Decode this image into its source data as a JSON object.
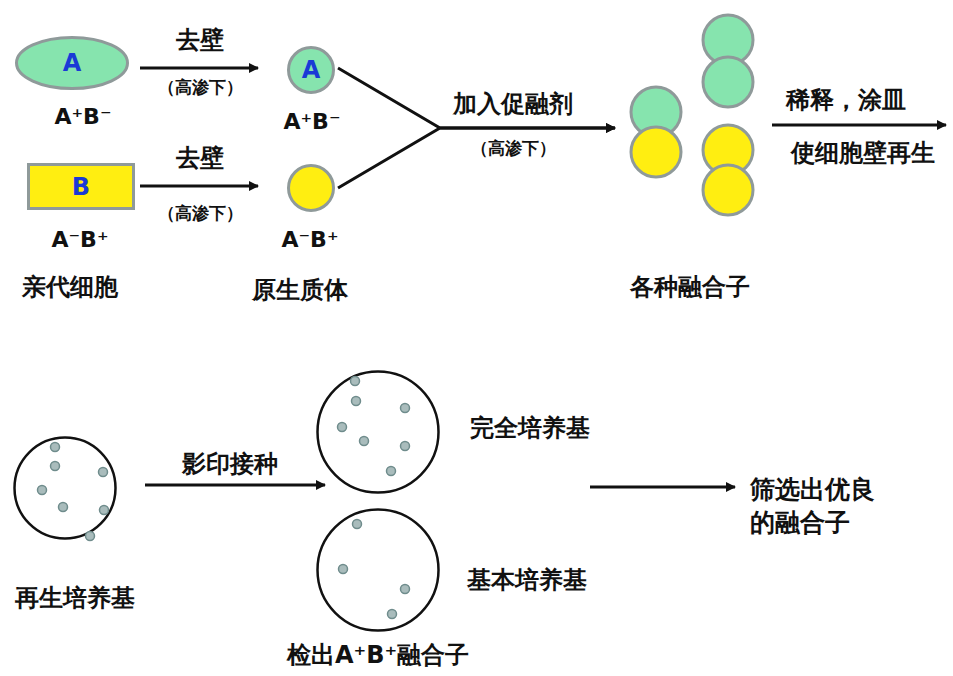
{
  "diagram": {
    "nodes": [
      {
        "text": [
          "A",
          "A⁺B⁻"
        ]
      },
      {
        "text": [
          "B",
          "A⁻B⁺"
        ]
      },
      {
        "text": [
          "A",
          "A⁺B⁻"
        ]
      },
      {
        "text": [
          "A⁻B⁺"
        ]
      },
      {
        "text": [
          "各种融合子"
        ]
      },
      {
        "text": [
          "再生培养基"
        ]
      },
      {
        "text": [
          "完全培养基"
        ]
      },
      {
        "text": [
          "基本培养基",
          "检出A⁺B⁺融合子"
        ]
      }
    ],
    "edges": [
      {
        "from": 0,
        "to": 2,
        "label": "去壁",
        "arrow": "to"
      },
      {
        "from": 1,
        "to": 3,
        "label": "去壁",
        "arrow": "to"
      },
      {
        "from": 2,
        "to": 4,
        "label": "加入促融剂",
        "arrow": "to"
      },
      {
        "from": 3,
        "to": 4,
        "arrow": "to"
      },
      {
        "from": 5,
        "to": 6,
        "label": "影印接种",
        "arrow": "to"
      }
    ],
    "labels": [
      "（高渗下）",
      "（高渗下）",
      "亲代细胞",
      "原生质体",
      "（高渗下）",
      "稀释，涂皿",
      "使细胞壁再生",
      "筛选出优良 的融合子"
    ]
  }
}
